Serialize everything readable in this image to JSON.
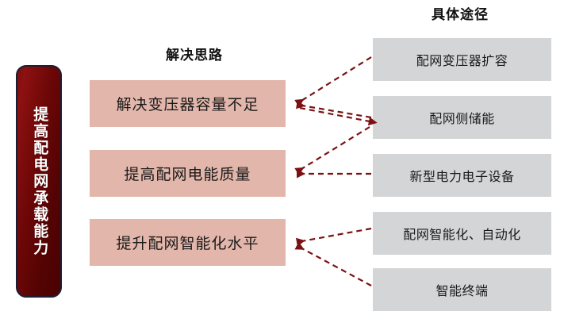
{
  "diagram": {
    "banner": {
      "text": "提高配电网承载能力",
      "fill_color": "#6d0707",
      "border_color": "#1d1d33",
      "text_color": "#ffffff"
    },
    "columns": [
      {
        "header": "解决思路",
        "box_color": "#e2b6aa",
        "items": [
          {
            "label": "解决变压器容量不足"
          },
          {
            "label": "提高配网电能质量"
          },
          {
            "label": "提升配网智能化水平"
          }
        ]
      },
      {
        "header": "具体途径",
        "box_color": "#d4d5d6",
        "items": [
          {
            "label": "配网变压器扩容"
          },
          {
            "label": "配网侧储能"
          },
          {
            "label": "新型电力电子设备"
          },
          {
            "label": "配网智能化、自动化"
          },
          {
            "label": "智能终端"
          }
        ]
      }
    ],
    "connectors": {
      "color": "#7b1113",
      "style": "dashed-arrow",
      "links": [
        {
          "from": "配网变压器扩容",
          "to": "解决变压器容量不足"
        },
        {
          "from": "配网侧储能",
          "to": "解决变压器容量不足"
        },
        {
          "from": "新型电力电子设备",
          "to": "提高配网电能质量"
        },
        {
          "from": "配网侧储能",
          "to": "提高配网电能质量"
        },
        {
          "from": "配网智能化、自动化",
          "to": "提升配网智能化水平"
        },
        {
          "from": "智能终端",
          "to": "提升配网智能化水平"
        }
      ]
    }
  }
}
